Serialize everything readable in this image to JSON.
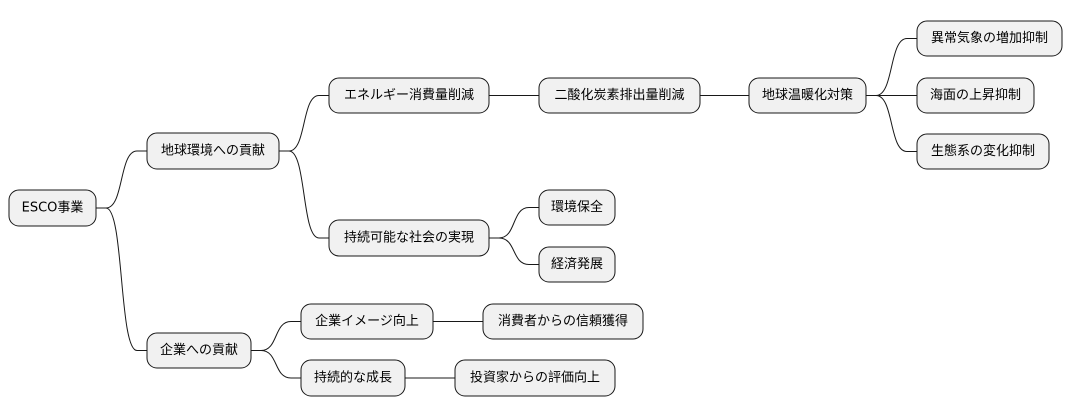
{
  "mindmap": {
    "root": {
      "label": "ESCO事業"
    },
    "branches": [
      {
        "label": "地球環境への貢献",
        "children": [
          {
            "label": "エネルギー消費量削減",
            "children": [
              {
                "label": "二酸化炭素排出量削減",
                "children": [
                  {
                    "label": "地球温暖化対策",
                    "children": [
                      {
                        "label": "異常気象の増加抑制"
                      },
                      {
                        "label": "海面の上昇抑制"
                      },
                      {
                        "label": "生態系の変化抑制"
                      }
                    ]
                  }
                ]
              }
            ]
          },
          {
            "label": "持続可能な社会の実現",
            "children": [
              {
                "label": "環境保全"
              },
              {
                "label": "経済発展"
              }
            ]
          }
        ]
      },
      {
        "label": "企業への貢献",
        "children": [
          {
            "label": "企業イメージ向上",
            "children": [
              {
                "label": "消費者からの信頼獲得"
              }
            ]
          },
          {
            "label": "持続的な成長",
            "children": [
              {
                "label": "投資家からの評価向上"
              }
            ]
          }
        ]
      }
    ]
  }
}
